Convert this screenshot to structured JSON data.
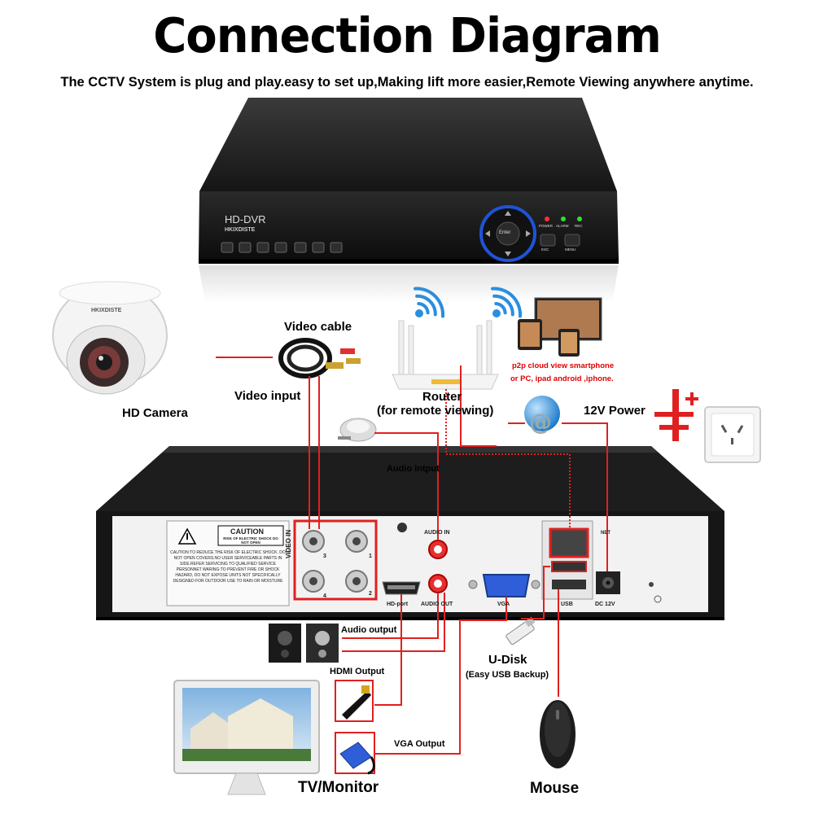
{
  "title": "Connection Diagram",
  "subtitle": "The CCTV System is plug and play.easy to set up,Making lift more easier,Remote Viewing anywhere anytime.",
  "dvr_front": {
    "model": "HD-DVR",
    "brand": "HKIXDISTE",
    "center_button": "Enter",
    "led_labels": [
      "POWER",
      "ALARM",
      "REC"
    ],
    "button_labels": [
      "ESC",
      "MENU"
    ]
  },
  "camera": {
    "brand": "HKIXDISTE"
  },
  "labels": {
    "hd_camera": "HD Camera",
    "video_cable": "Video cable",
    "video_input": "Video input",
    "router": "Router",
    "router_note": "(for remote viewing)",
    "p2p_line1": "p2p cloud  view smartphone",
    "p2p_line2": "or PC, ipad android ,iphone.",
    "power": "12V Power",
    "audio_input": "Audio intput",
    "audio_output": "Audio output",
    "hdmi_output": "HDMI Output",
    "vga_output": "VGA Output",
    "udisk": "U-Disk",
    "udisk_note": "(Easy USB Backup)",
    "tv_monitor": "TV/Monitor",
    "mouse": "Mouse"
  },
  "dvr_back": {
    "caution_title": "CAUTION",
    "caution_sub": "RISK OF ELECTRIC SHOCK DO NOT OPEN",
    "warning_text": "CAUTION:TO REDUCE THE RISK OF ELECTRIC SHOCK. DO NOT OPEN COVERS.NO USER SERVICEABLE PARTS IN SIDE.REFER SERVICING TO QUALIFIED SERVICE PERSONNET WARING:TO PREVENT FIRE OR SHOCK HAZARD, DO NOT EXPOSE UNITS NOT SPECIFICALLY DESIGNED FOR OUTDOOR USE TO RAIN OR MOISTURE",
    "video_in": "VIDEO IN",
    "audio_in": "AUDIO IN",
    "audio_out": "AUDIO OUT",
    "hd_port": "HD-port",
    "vga": "VGA",
    "net": "NET",
    "usb": "USB",
    "dc": "DC 12V",
    "channels": [
      "3",
      "1",
      "4",
      "2"
    ]
  },
  "colors": {
    "wire": "#e02020",
    "dvr_dark": "#1c1c1c",
    "panel": "#f3f3f3"
  }
}
